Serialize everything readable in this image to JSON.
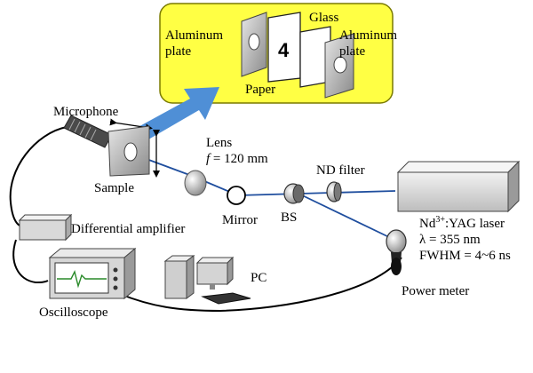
{
  "inset": {
    "bg_color": "#ffff44",
    "labels": {
      "aluminum_left": [
        "Aluminum",
        "plate"
      ],
      "paper": "Paper",
      "glass": "Glass",
      "aluminum_right": [
        "Aluminum",
        "plate"
      ],
      "number": "4"
    }
  },
  "labels": {
    "microphone": "Microphone",
    "sample": "Sample",
    "lens": "Lens",
    "lens_focal_f": "f",
    "lens_focal_rest": " = 120 mm",
    "nd_filter": "ND filter",
    "mirror": "Mirror",
    "bs": "BS",
    "diff_amp": "Differential amplifier",
    "pc": "PC",
    "oscilloscope": "Oscilloscope",
    "power_meter": "Power meter",
    "laser_line1_a": "Nd",
    "laser_line1_sup": "3+",
    "laser_line1_b": ":YAG laser",
    "laser_line2": "λ = 355 nm",
    "laser_line3": "FWHM = 4~6 ns"
  },
  "colors": {
    "beam": "#1f4e9e",
    "arrow": "#4f8fd6",
    "inset_border": "#7a7a00"
  }
}
